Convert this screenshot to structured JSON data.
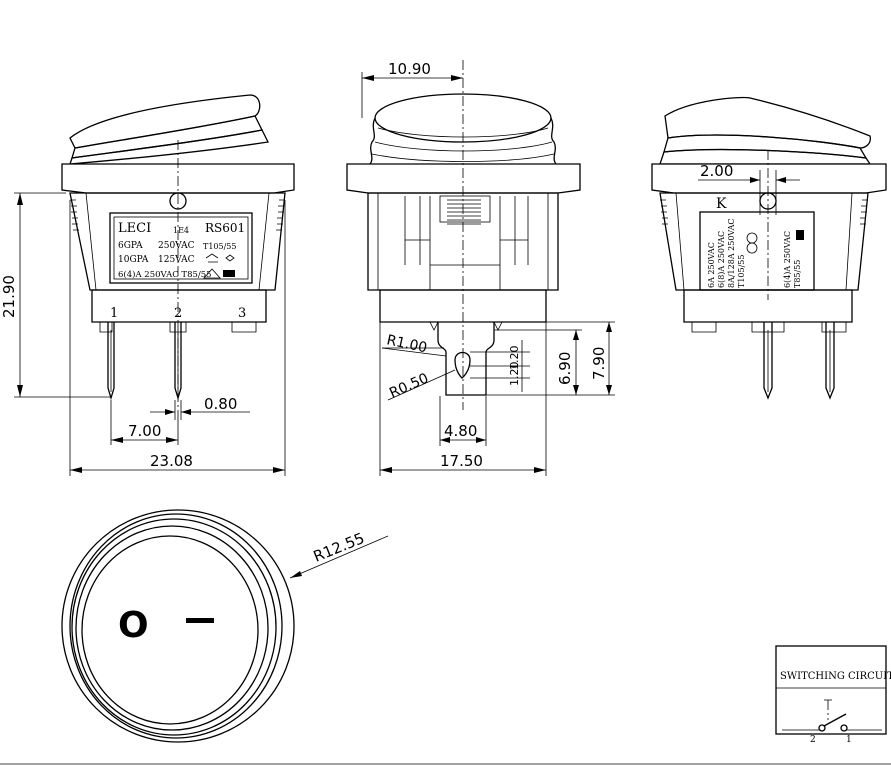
{
  "dimensions": {
    "top_width": "10.90",
    "pin_offset": "2.00",
    "height": "21.90",
    "pin_width": "0.80",
    "pin_pitch": "7.00",
    "body_width": "23.08",
    "radius_large": "R1.00",
    "radius_small": "R0.50",
    "slot_1": "1.20",
    "slot_2": "1.20",
    "depth_1": "6.90",
    "depth_2": "7.90",
    "terminal_width": "4.80",
    "side_width": "17.50",
    "round_radius": "R12.55"
  },
  "label": {
    "brand": "LECI",
    "code": "1E4",
    "model": "RS601",
    "row1_left": "6GPA",
    "row1_mid": "250VAC",
    "row1_right": "T105/55",
    "row2_left": "10GPA",
    "row2_mid": "125VAC",
    "row3": "6(4)A 250VAC T85/55"
  },
  "side_label": {
    "col1": "6A 250VAC",
    "col2": "6(8)A 250VAC",
    "col3": "8A/128A 250VAC",
    "col4": "T105/55",
    "col5": "6(4)A 250VAC",
    "col6": "T85/55",
    "mark": "K"
  },
  "pins": [
    "1",
    "2",
    "3"
  ],
  "switch_symbols": {
    "off": "O",
    "on": "—"
  },
  "circuit": {
    "title": "SWITCHING CIRCUIT",
    "pin_left": "2",
    "pin_right": "1"
  }
}
